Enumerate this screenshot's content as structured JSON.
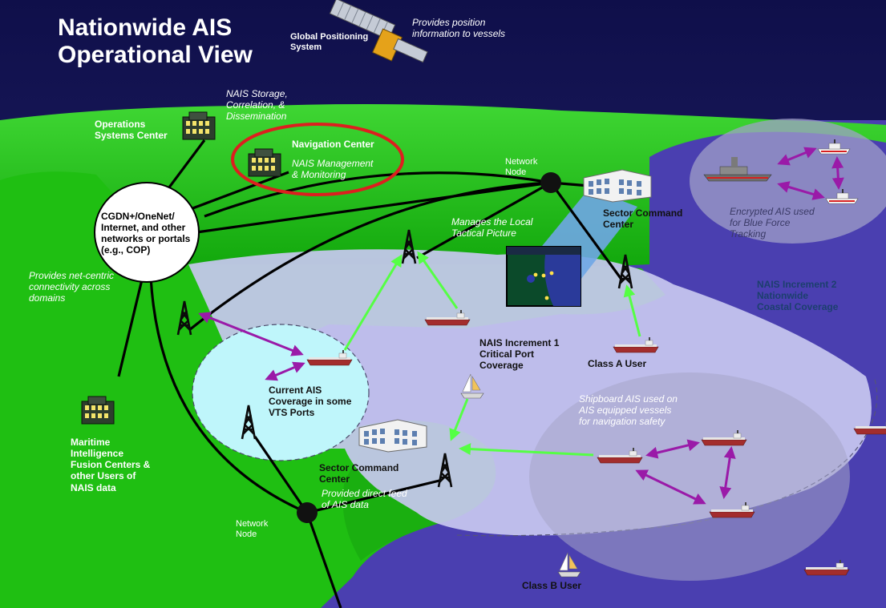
{
  "title": {
    "line1": "Nationwide AIS",
    "line2": "Operational View"
  },
  "gps": {
    "label_line1": "Global Positioning",
    "label_line2": "System",
    "note_line1": "Provides position",
    "note_line2": "information to vessels"
  },
  "storage_note": {
    "line1": "NAIS Storage,",
    "line2": "Correlation, &",
    "line3": "Dissemination"
  },
  "operations_center": {
    "line1": "Operations",
    "line2": "Systems Center"
  },
  "navigation_center": {
    "label": "Navigation Center",
    "note_line1": "NAIS Management",
    "note_line2": "& Monitoring"
  },
  "network_node_top": {
    "line1": "Network",
    "line2": "Node"
  },
  "network_node_bottom": {
    "line1": "Network",
    "line2": "Node"
  },
  "hub": {
    "line1": "CGDN+/OneNet/",
    "line2": "Internet, and other",
    "line3": "networks or portals",
    "line4": "(e.g., COP)"
  },
  "net_centric_note": {
    "line1": "Provides net-centric",
    "line2": "connectivity across",
    "line3": "domains"
  },
  "sector_top": {
    "line1": "Sector Command",
    "line2": "Center"
  },
  "local_picture": {
    "line1": "Manages the Local",
    "line2": "Tactical Picture"
  },
  "encrypted_note": {
    "line1": "Encrypted AIS used",
    "line2": "for Blue Force",
    "line3": "Tracking"
  },
  "increment2": {
    "line1": "NAIS Increment 2",
    "line2": "Nationwide",
    "line3": "Coastal Coverage"
  },
  "increment1": {
    "line1": "NAIS Increment 1",
    "line2": "Critical Port",
    "line3": "Coverage"
  },
  "class_a": "Class A User",
  "current_ais": {
    "line1": "Current AIS",
    "line2": "Coverage in some",
    "line3": "VTS Ports"
  },
  "shipboard_note": {
    "line1": "Shipboard AIS used on",
    "line2": "AIS equipped  vessels",
    "line3": "for navigation safety"
  },
  "fusion": {
    "line1": "Maritime",
    "line2": "Intelligence",
    "line3": "Fusion Centers &",
    "line4": "other Users of",
    "line5": "NAIS data"
  },
  "sector_bottom": {
    "line1": "Sector Command",
    "line2": "Center",
    "note_line1": "Provided direct feed",
    "note_line2": "of AIS data"
  },
  "class_b": "Class B User",
  "colors": {
    "sky": "#1a1a5e",
    "land": "#1fbf12",
    "ocean": "#4a3fb0",
    "coverage": "#c8c8f0",
    "vts": "#bff6fb",
    "green_arrow": "#55ff44",
    "purple_arrow": "#9a1aa8",
    "highlight_ring": "#dd1f1f"
  }
}
